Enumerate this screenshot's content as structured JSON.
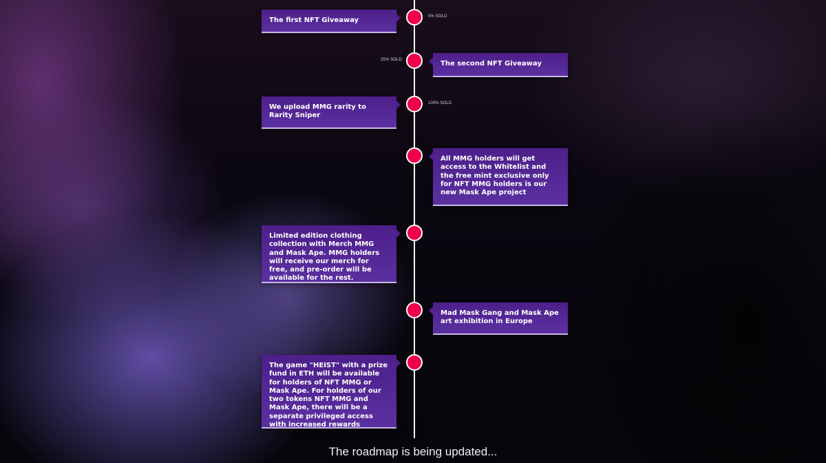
{
  "roadmap": {
    "milestones": [
      {
        "text": "The first NFT Giveaway",
        "sold": "0% SOLD"
      },
      {
        "text": "The second NFT Giveaway",
        "sold": "25% SOLD"
      },
      {
        "text": "We upload MMG rarity to Rarity Sniper",
        "sold": "100% SOLD"
      },
      {
        "text": "All MMG holders will get access to the Whitelist and the free mint exclusive only for NFT MMG holders is our new Mask Ape project"
      },
      {
        "text": "Limited edition clothing collection with Merch MMG and Mask Ape. MMG holders will receive our merch for free, and pre-order will be available for the rest."
      },
      {
        "text": "Mad Mask Gang and Mask Ape art exhibition in Europe"
      },
      {
        "text": "The game \"HEIST\" with a prize fund in ETH will be available for holders of NFT MMG or Mask Ape. For holders of our two tokens NFT MMG and Mask Ape, there will be a separate privileged access with increased rewards"
      }
    ],
    "footer": "The roadmap is being updated..."
  },
  "colors": {
    "node": "#f0004a",
    "card": "#4d1f8a",
    "line": "#ffffff"
  }
}
